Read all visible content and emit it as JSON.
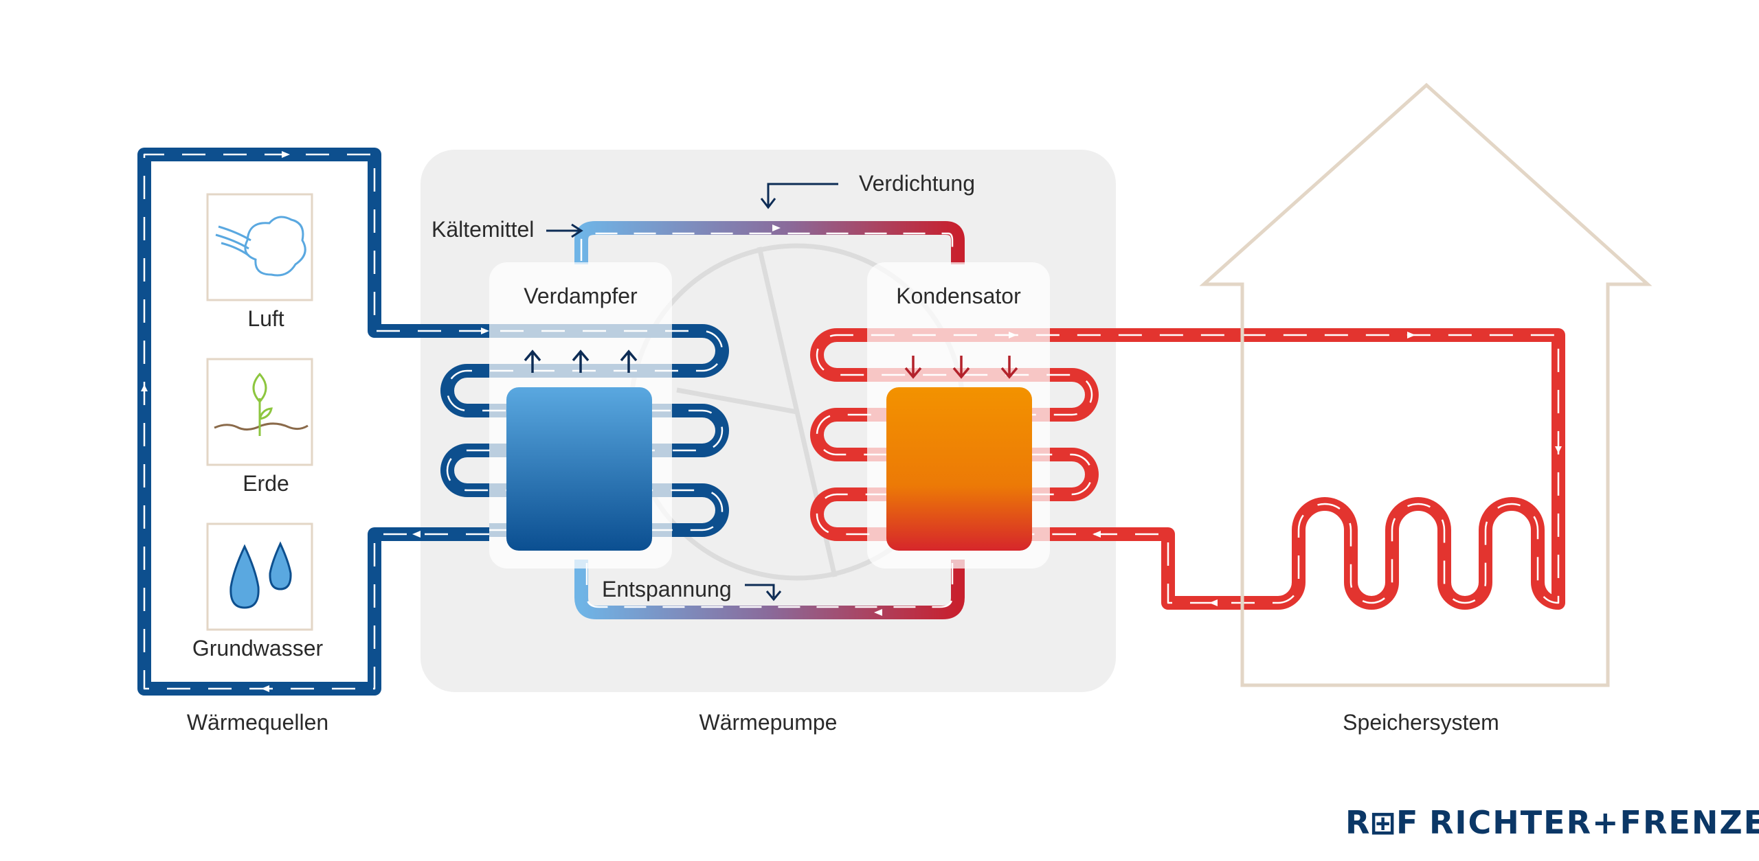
{
  "sections": {
    "sources": "Wärmequellen",
    "pump": "Wärmepumpe",
    "storage": "Speichersystem"
  },
  "sources": {
    "air": {
      "label": "Luft",
      "icon": "wind-cloud-icon"
    },
    "earth": {
      "label": "Erde",
      "icon": "sprout-soil-icon"
    },
    "water": {
      "label": "Grundwasser",
      "icon": "water-drops-icon"
    }
  },
  "components": {
    "evaporator": "Verdampfer",
    "condenser": "Kondensator"
  },
  "process": {
    "refrigerant": "Kältemittel",
    "compression": "Verdichtung",
    "expansion": "Entspannung"
  },
  "brand": {
    "logo_mark": "R⊞F",
    "name": "RICHTER+FRENZEL"
  },
  "colors": {
    "cold_pipe": "#0d4f8e",
    "warm_pipe": "#e3342f",
    "pump_background": "#efefef",
    "house_outline": "#e3d6c6",
    "icon_box_border": "#e3d6c6",
    "evaporator_block": "#1f6fb4",
    "condenser_block": "#f08a00",
    "brand": "#0b3766"
  }
}
